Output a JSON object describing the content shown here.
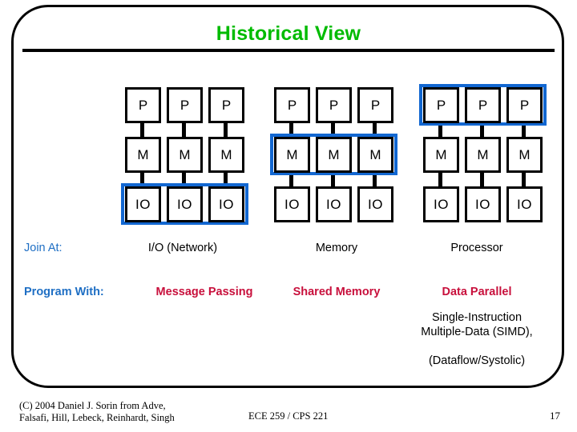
{
  "slide": {
    "title": "Historical View",
    "title_color": "#00bb00",
    "accent_highlight_color": "#1267d1",
    "label_color": "#1f6fc4",
    "value_color": "#c8103c"
  },
  "diagram": {
    "node_labels": {
      "processor": "P",
      "memory": "M",
      "io": "IO"
    },
    "groups": [
      {
        "name": "io-network-group",
        "highlight_row": "IO",
        "columns": [
          {
            "p": "P",
            "m": "M",
            "io": "IO"
          },
          {
            "p": "P",
            "m": "M",
            "io": "IO"
          },
          {
            "p": "P",
            "m": "M",
            "io": "IO"
          }
        ]
      },
      {
        "name": "memory-group",
        "highlight_row": "M",
        "columns": [
          {
            "p": "P",
            "m": "M",
            "io": "IO"
          },
          {
            "p": "P",
            "m": "M",
            "io": "IO"
          },
          {
            "p": "P",
            "m": "M",
            "io": "IO"
          }
        ]
      },
      {
        "name": "processor-group",
        "highlight_row": "P",
        "columns": [
          {
            "p": "P",
            "m": "M",
            "io": "IO"
          },
          {
            "p": "P",
            "m": "M",
            "io": "IO"
          },
          {
            "p": "P",
            "m": "M",
            "io": "IO"
          }
        ]
      }
    ]
  },
  "rows": {
    "join_at": {
      "label": "Join At:",
      "values": [
        "I/O (Network)",
        "Memory",
        "Processor"
      ]
    },
    "program_with": {
      "label": "Program With:",
      "values": [
        "Message Passing",
        "Shared Memory",
        "Data Parallel"
      ]
    }
  },
  "notes": {
    "line1": "Single-Instruction",
    "line2": "Multiple-Data (SIMD),",
    "line3": "(Dataflow/Systolic)"
  },
  "footer": {
    "copyright_line1": "(C) 2004 Daniel J. Sorin from Adve,",
    "copyright_line2": "Falsafi, Hill, Lebeck, Reinhardt, Singh",
    "course": "ECE 259 / CPS 221",
    "page_number": "17"
  }
}
